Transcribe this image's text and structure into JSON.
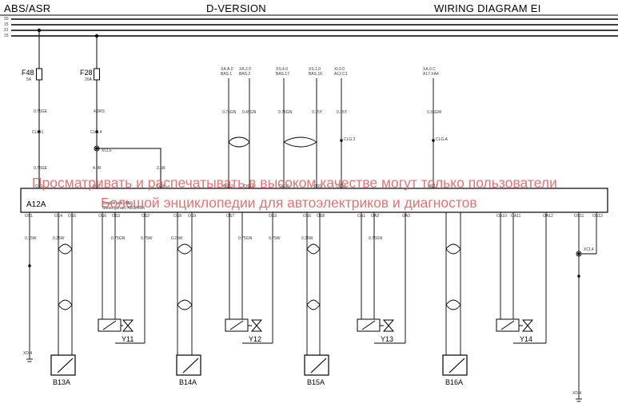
{
  "header": {
    "left": "ABS/ASR",
    "center": "D-VERSION",
    "right": "WIRING DIAGRAM EI"
  },
  "bus_labels": [
    "30",
    "15",
    "31",
    "15"
  ],
  "fuses": [
    {
      "name": "F48",
      "rating": "5A",
      "wire_top": "0.75GE",
      "connector": "CLG.1",
      "wire_bottom": "0.75GE",
      "pin": "OS1"
    },
    {
      "name": "F28",
      "rating": "20A",
      "wire_top": "4.0RS",
      "connector": "CLG.4",
      "splice": "XCL5",
      "wire_bottom": "4.0R",
      "pin": "OS7"
    }
  ],
  "splice_branch": {
    "wire": "2.5R",
    "pin": "OS8"
  },
  "top_signals": [
    {
      "ref": "XA.A.0\nBAS.1",
      "wire": "0.75GN",
      "pin": "OS13"
    },
    {
      "ref": "XA.2.0\nBAS.2",
      "wire": "0.45GN",
      "pin": "OS14"
    },
    {
      "ref": "XS.4.0\nBAS.17",
      "wire": "0.75GN",
      "pin": "OS15"
    },
    {
      "ref": "XS.1.0\nBAS.16",
      "wire": "0.75Y",
      "pin": "OS5"
    },
    {
      "ref": "XI.0.0\nA12.C1",
      "wire": "0.35Y",
      "pin": "OS16"
    },
    {
      "ref": "XA.0.C\nA17.XA4",
      "wire": "0.35GW",
      "pin": "OS17"
    }
  ],
  "clg_labels": [
    "CLG.3",
    "CLG.A"
  ],
  "controller": {
    "id": "A12A",
    "description": "Control unit, ABS\nSteuergeraet, ABS/ASR",
    "pins": [
      "OS1",
      "OS4",
      "OS5",
      "OS6",
      "OS3",
      "OS2",
      "OS8",
      "OS9",
      "OS7",
      "OS3",
      "OS6",
      "OS8",
      "OA1",
      "OA2",
      "OA3",
      "OA10",
      "OA11",
      "OA12",
      "OS11",
      "OS12"
    ]
  },
  "wires": [
    "0.75W",
    "0.25W",
    "0.75GN",
    "0.75W",
    "0.25W",
    "0.75GN",
    "0.75W",
    "0.25W",
    "0.75GN"
  ],
  "sensors": [
    "B13A",
    "B14A",
    "B15A",
    "B16A"
  ],
  "valves": [
    "Y11",
    "Y12",
    "Y13",
    "Y14"
  ],
  "ground": "XD.4",
  "right_splice": "XCL4",
  "watermark": [
    "Просматривать и распечатывать в высоком качестве могут только пользователи",
    "Большой энциклопедии для автоэлектриков и диагностов"
  ]
}
